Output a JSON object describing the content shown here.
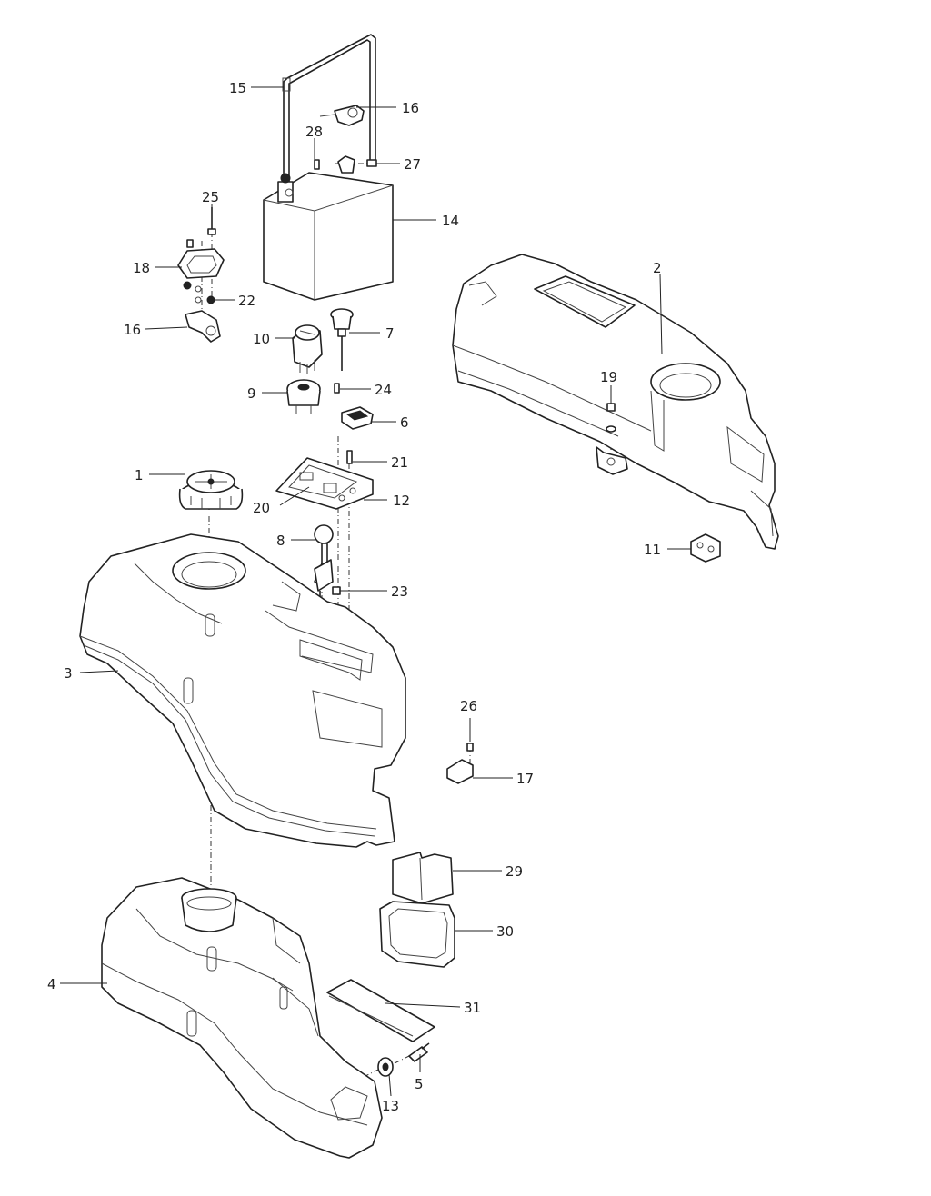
{
  "callouts": {
    "c1": "1",
    "c2": "2",
    "c3": "3",
    "c4": "4",
    "c5": "5",
    "c6": "6",
    "c7": "7",
    "c8": "8",
    "c9": "9",
    "c10": "10",
    "c11": "11",
    "c12": "12",
    "c13": "13",
    "c14": "14",
    "c15": "15",
    "c16a": "16",
    "c16b": "16",
    "c17": "17",
    "c18": "18",
    "c19": "19",
    "c20": "20",
    "c21": "21",
    "c22": "22",
    "c23": "23",
    "c24": "24",
    "c25": "25",
    "c26": "26",
    "c27": "27",
    "c28": "28",
    "c29": "29",
    "c30": "30",
    "c31": "31"
  }
}
